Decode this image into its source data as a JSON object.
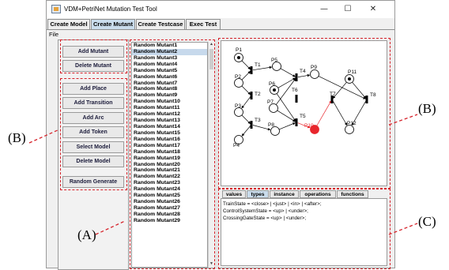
{
  "window": {
    "title": "VDM+PetriNet Mutation Test Tool",
    "controls": {
      "minimize": "—",
      "maximize": "☐",
      "close": "✕"
    }
  },
  "tabs": [
    {
      "label": "Create Model"
    },
    {
      "label": "Create Mutant"
    },
    {
      "label": "Create Testcase"
    },
    {
      "label": "Exec Test"
    }
  ],
  "active_tab": "Create Mutant",
  "menu": {
    "file": "File"
  },
  "buttons": {
    "add_mutant": "Add Mutant",
    "delete_mutant": "Delete Mutant",
    "add_place": "Add Place",
    "add_transition": "Add Transition",
    "add_arc": "Add Arc",
    "add_token": "Add Token",
    "select_model": "Select Model",
    "delete_model": "Delete Model",
    "random_generate": "Random Generate"
  },
  "mutant_list": {
    "selected": "Random Mutant2",
    "items": [
      "Random Mutant1",
      "Random Mutant2",
      "Random Mutant3",
      "Random Mutant4",
      "Random Mutant5",
      "Random Mutant6",
      "Random Mutant7",
      "Random Mutant8",
      "Random Mutant9",
      "Random Mutant10",
      "Random Mutant11",
      "Random Mutant12",
      "Random Mutant13",
      "Random Mutant14",
      "Random Mutant15",
      "Random Mutant16",
      "Random Mutant17",
      "Random Mutant18",
      "Random Mutant19",
      "Random Mutant20",
      "Random Mutant21",
      "Random Mutant22",
      "Random Mutant23",
      "Random Mutant24",
      "Random Mutant25",
      "Random Mutant26",
      "Random Mutant27",
      "Random Mutant28",
      "Random Mutant29"
    ]
  },
  "petri_net": {
    "places": [
      "P1",
      "P2",
      "P3",
      "P4",
      "P5",
      "P6",
      "P7",
      "P8",
      "P9",
      "P10",
      "P11",
      "P12"
    ],
    "transitions": [
      "T1",
      "T2",
      "T3",
      "T4",
      "T5",
      "T6",
      "T7",
      "T8"
    ],
    "marked_places": [
      "P1",
      "P6",
      "P11"
    ],
    "highlight_place": "P10",
    "highlight_color": "#e8262c"
  },
  "bottom_tabs": [
    {
      "label": "values"
    },
    {
      "label": "types"
    },
    {
      "label": "instance"
    },
    {
      "label": "operations"
    },
    {
      "label": "functions"
    }
  ],
  "active_bottom_tab": "types",
  "vdm_types": [
    "TrainState = <close> | <just> | <in> | <after>;",
    "ControlSystemState = <up> | <under>;",
    "CrossingGateState = <up> | <under>;"
  ],
  "callouts": {
    "a": "(A)",
    "b_left": "(B)",
    "b_right": "(B)",
    "c": "(C)"
  },
  "annotation_color": "#d6222a"
}
